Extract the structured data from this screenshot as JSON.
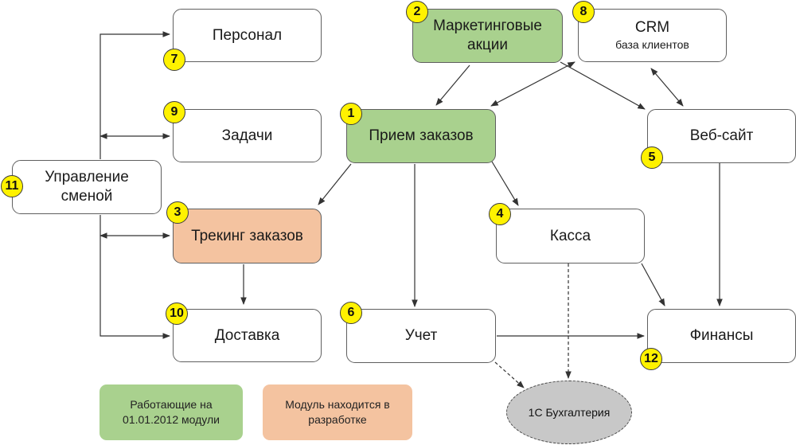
{
  "colors": {
    "working": "#a9d18e",
    "in_development": "#f4c3a0",
    "badge": "#fff200",
    "external": "#c8c8c8",
    "line": "#333333"
  },
  "nodes": {
    "personnel": {
      "number": "7",
      "label": "Персонал"
    },
    "marketing": {
      "number": "2",
      "label": "Маркетинговые акции"
    },
    "crm": {
      "number": "8",
      "label": "CRM",
      "sublabel": "база клиентов"
    },
    "tasks": {
      "number": "9",
      "label": "Задачи"
    },
    "orders": {
      "number": "1",
      "label": "Прием заказов"
    },
    "website": {
      "number": "5",
      "label": "Веб-сайт"
    },
    "shift": {
      "number": "11",
      "label": "Управление сменой"
    },
    "tracking": {
      "number": "3",
      "label": "Трекинг заказов"
    },
    "cashbox": {
      "number": "4",
      "label": "Касса"
    },
    "delivery": {
      "number": "10",
      "label": "Доставка"
    },
    "accounting": {
      "number": "6",
      "label": "Учет"
    },
    "finance": {
      "number": "12",
      "label": "Финансы"
    },
    "onec": {
      "label": "1С Бухгалтерия"
    }
  },
  "legend": {
    "working": "Работающие на 01.01.2012 модули",
    "in_development": "Модуль находится в разработке"
  }
}
